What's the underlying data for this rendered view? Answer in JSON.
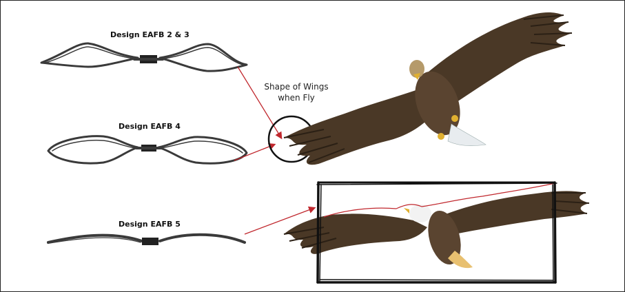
{
  "designs": [
    {
      "label": "Design EAFB 2 & 3"
    },
    {
      "label": "Design EAFB 4"
    },
    {
      "label": "Design EAFB 5"
    }
  ],
  "annotation": {
    "line1": "Shape of Wings",
    "line2": "when Fly"
  },
  "colors": {
    "arrow": "#c0272d",
    "wing_outline": "#c0272d",
    "frame_shape": "#3a3a3a",
    "bird_brown": "#4a3826"
  }
}
